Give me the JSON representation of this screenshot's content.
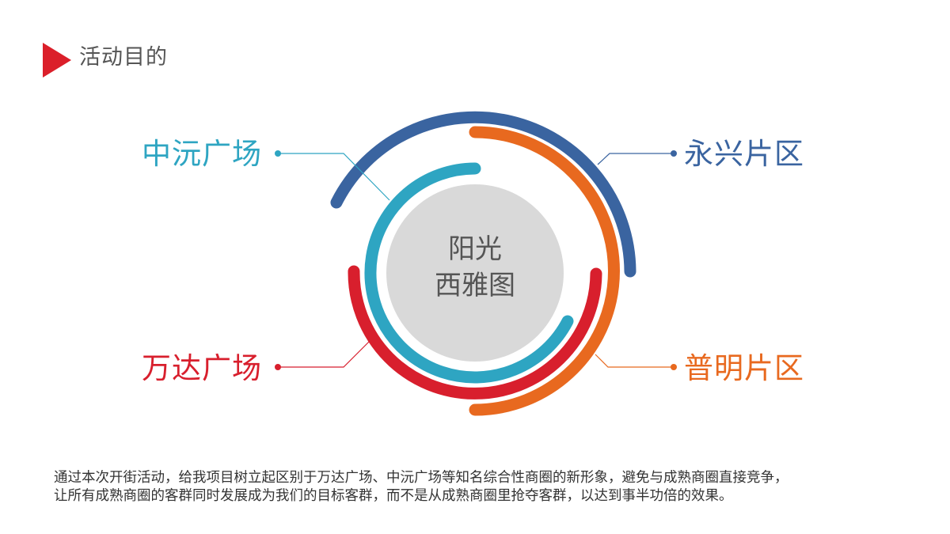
{
  "header": {
    "title": "活动目的",
    "marker_color": "#db1f2a"
  },
  "diagram": {
    "center": {
      "line1": "阳光",
      "line2": "西雅图",
      "fill": "#d9d9d9"
    },
    "labels": [
      {
        "id": "zhongyuan",
        "text": "中沅广场",
        "color": "#2ea5c2",
        "position": "top-left"
      },
      {
        "id": "yongxing",
        "text": "永兴片区",
        "color": "#3a64a0",
        "position": "top-right"
      },
      {
        "id": "wanda",
        "text": "万达广场",
        "color": "#d81f2d",
        "position": "bottom-left"
      },
      {
        "id": "puming",
        "text": "普明片区",
        "color": "#e8691f",
        "position": "bottom-right"
      }
    ],
    "rings": [
      {
        "name": "teal",
        "color": "#2ea5c2"
      },
      {
        "name": "red",
        "color": "#d81f2d"
      },
      {
        "name": "orange",
        "color": "#e8691f"
      },
      {
        "name": "blue",
        "color": "#3a64a0"
      }
    ]
  },
  "description": {
    "line1": "通过本次开街活动，给我项目树立起区别于万达广场、中沅广场等知名综合性商圈的新形象，避免与成熟商圈直接竞争，",
    "line2": "让所有成熟商圈的客群同时发展成为我们的目标客群，而不是从成熟商圈里抢夺客群，以达到事半功倍的效果。"
  }
}
